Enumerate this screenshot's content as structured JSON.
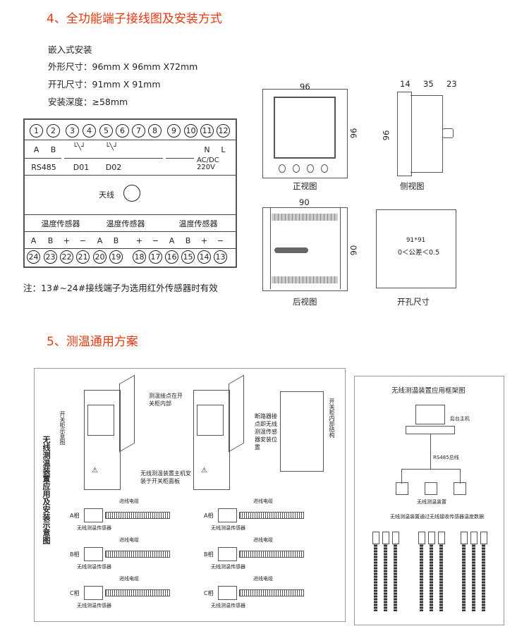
{
  "section4": {
    "title": "4、全功能端子接线图及安装方式",
    "specs": [
      "嵌入式安装",
      "外形尺寸：96mm X 96mm X72mm",
      "开孔尺寸：91mm X 91mm",
      "安装深度：≥58mm"
    ]
  },
  "terminal": {
    "top_numbers": [
      "1",
      "2",
      "3",
      "4",
      "5",
      "6",
      "7",
      "8",
      "9",
      "10",
      "11",
      "12"
    ],
    "top_letters": [
      "A",
      "B",
      "N",
      "L"
    ],
    "rs485": "RS485",
    "do1": "D01",
    "do2": "D02",
    "power": "AC/DC 220V",
    "antenna": "天线",
    "sensor_header": [
      "温度传感器",
      "温度传感器",
      "温度传感器"
    ],
    "bottom_letters": [
      "A",
      "B",
      "+",
      "−",
      "A",
      "B",
      "+",
      "−",
      "A",
      "B",
      "+",
      "−"
    ],
    "bottom_numbers": [
      "24",
      "23",
      "22",
      "21",
      "20",
      "19",
      "18",
      "17",
      "16",
      "15",
      "14",
      "13"
    ],
    "note": "注：13#~24#接线端子为选用红外传感器时有效"
  },
  "views": {
    "front": {
      "label": "正视图",
      "width": "96",
      "height": "96"
    },
    "side": {
      "label": "侧视图",
      "dims": [
        "14",
        "35",
        "23"
      ],
      "height": "96"
    },
    "back": {
      "label": "后视图",
      "width": "90",
      "height": "90"
    },
    "cutout": {
      "label": "开孔尺寸",
      "size": "91*91",
      "tolerance": "0＜公差＜0.5"
    }
  },
  "section5": {
    "title": "5、测温通用方案",
    "left": {
      "side_title": "无线测温装置应用及安装示意图",
      "cabinet_label": "开关柜示意图",
      "contact_label": "测温接点在开关柜内部",
      "host_label": "无线测温装置主机安装于开关柜面板",
      "breaker_label": "断路器接点即无线测温传感器安装位置",
      "inner_label": "开关柜内部结构",
      "phases": [
        "A相",
        "B相",
        "C相"
      ],
      "cable_label": "进线电缆",
      "sensor_label": "无线测温传感器"
    },
    "right": {
      "title": "无线测温装置应用框架图",
      "host": "后台主机",
      "bus": "RS485总线",
      "device": "无线测温装置",
      "caption": "无线测温装置通过无线接收传感器温度数据"
    }
  },
  "colors": {
    "heading": "#e8380d",
    "line": "#444444"
  }
}
